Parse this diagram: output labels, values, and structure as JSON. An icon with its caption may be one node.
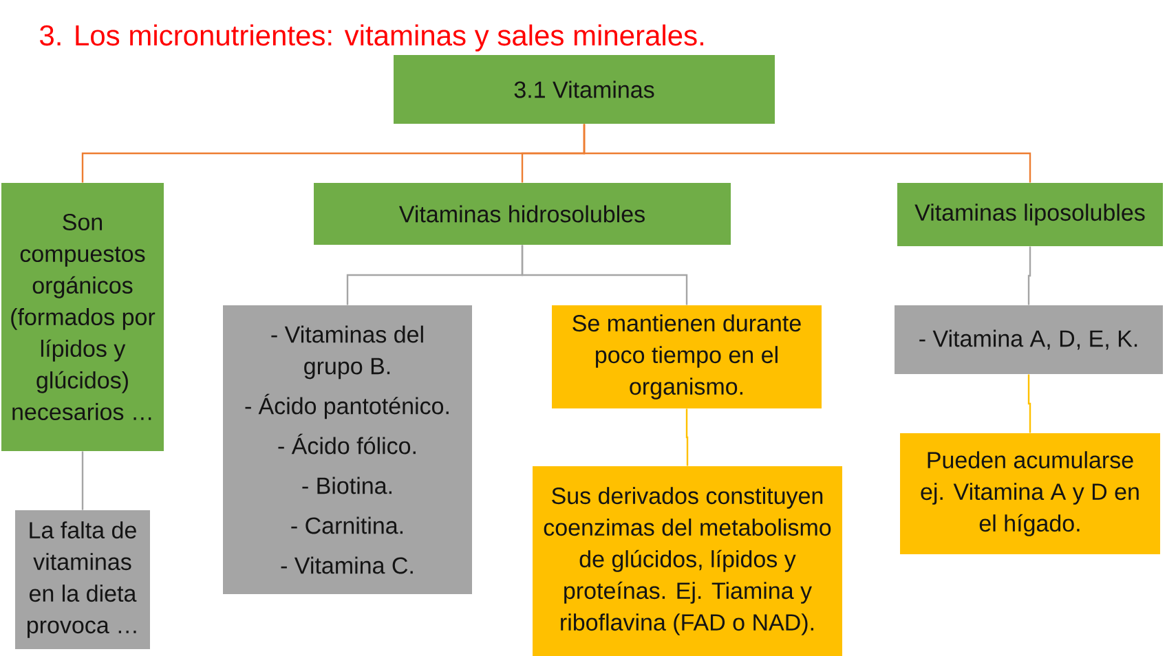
{
  "diagram": {
    "title": "3. Los micronutrientes: vitaminas y sales minerales.",
    "nodes": [
      {
        "text": [
          "3.1 Vitaminas"
        ]
      },
      {
        "text": [
          "Son compuestos orgánicos (formados por lípidos y glúcidos) necesarios …"
        ]
      },
      {
        "text": [
          "Vitaminas hidrosolubles"
        ]
      },
      {
        "text": [
          "Vitaminas liposolubles"
        ]
      },
      {
        "text": [
          "- Vitaminas del grupo B.",
          "- Ácido pantoténico.",
          "- Ácido fólico.",
          "- Biotina.",
          "- Carnitina.",
          "- Vitamina C."
        ]
      },
      {
        "text": [
          "Se mantienen durante poco tiempo en el organismo."
        ]
      },
      {
        "text": [
          "- Vitamina A, D, E, K."
        ]
      },
      {
        "text": [
          "Pueden acumularse ej. Vitamina A y D en el hígado."
        ]
      },
      {
        "text": [
          "Sus derivados constituyen coenzimas del metabolismo de glúcidos, lípidos y proteínas. Ej. Tiamina y riboflavina (FAD o NAD)."
        ]
      },
      {
        "text": [
          "La falta de vitaminas en la dieta provoca …"
        ]
      }
    ],
    "edges": [
      {
        "from": 0,
        "to": 1,
        "arrow": "none",
        "color": "#ed7d31"
      },
      {
        "from": 0,
        "to": 2,
        "arrow": "none",
        "color": "#ed7d31"
      },
      {
        "from": 0,
        "to": 3,
        "arrow": "none",
        "color": "#ed7d31"
      },
      {
        "from": 1,
        "to": 9,
        "arrow": "none"
      },
      {
        "from": 2,
        "to": 4,
        "arrow": "none"
      },
      {
        "from": 2,
        "to": 5,
        "arrow": "none"
      },
      {
        "from": 3,
        "to": 6,
        "arrow": "none"
      },
      {
        "from": 5,
        "to": 8,
        "arrow": "none",
        "color": "#ffc000"
      },
      {
        "from": 6,
        "to": 7,
        "arrow": "none",
        "color": "#ffc000"
      }
    ]
  }
}
